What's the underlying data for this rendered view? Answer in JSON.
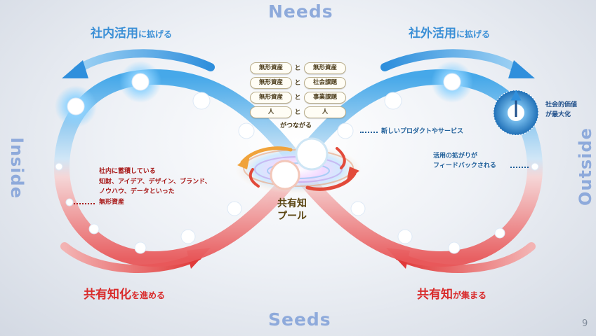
{
  "axes": {
    "top": "Needs",
    "bottom": "Seeds",
    "left": "Inside",
    "right": "Outside"
  },
  "headings": {
    "top_left": {
      "main": "社内活用",
      "particle": "に拡げる"
    },
    "top_right": {
      "main": "社外活用",
      "particle": "に拡げる"
    },
    "bottom_left": {
      "main": "共有知化",
      "particle": "を進める"
    },
    "bottom_right": {
      "main": "共有知",
      "particle": "が集まる"
    }
  },
  "center": {
    "pairs": [
      {
        "left": "無形資産",
        "join": "と",
        "right": "無形資産"
      },
      {
        "left": "無形資産",
        "join": "と",
        "right": "社会課題"
      },
      {
        "left": "無形資産",
        "join": "と",
        "right": "事業課題"
      },
      {
        "left": "人",
        "join": "と",
        "right": "人"
      }
    ],
    "connect": "がつながる",
    "pool_line1": "共有知",
    "pool_line2": "プール"
  },
  "notes": {
    "left_lines": [
      "社内に蓄積している",
      "知財、アイデア、デザイン、ブランド、",
      "ノウハウ、データといった",
      "無形資産"
    ],
    "new_products": "新しいプロダクトやサービス",
    "feedback_line1": "活用の拡がりが",
    "feedback_line2": "フィードバックされる",
    "social_line1": "社会的価値",
    "social_line2": "が最大化"
  },
  "page_number": "9",
  "colors": {
    "blue": "#3a8fd6",
    "red": "#d92b2b",
    "axis_label": "#8eaadb",
    "pool_text": "#5a4410"
  }
}
